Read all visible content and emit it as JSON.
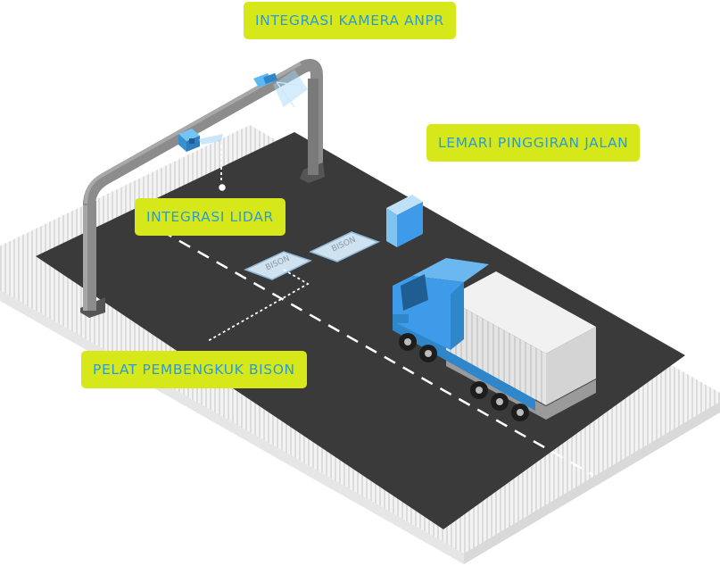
{
  "labels": {
    "anpr_camera": "INTEGRASI KAMERA ANPR",
    "roadside_cabinet": "LEMARI PINGGIRAN JALAN",
    "lidar": "INTEGRASI LIDAR",
    "bison_plate": "PELAT PEMBENGKUK BISON"
  },
  "plates": {
    "plate_text": "BISON"
  },
  "colors": {
    "callout_bg": "#d6e81a",
    "callout_text": "#2b9bd6",
    "road": "#3a3a3a",
    "truck_cab": "#3d9be9",
    "container": "#e9e9e9"
  }
}
